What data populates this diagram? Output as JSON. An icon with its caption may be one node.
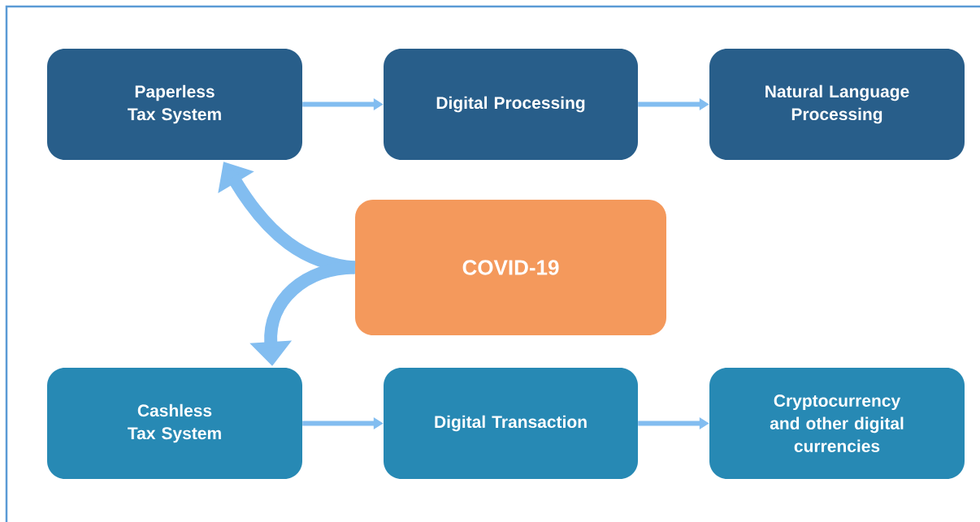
{
  "diagram": {
    "nodes": [
      {
        "text": [
          "Paperless Tax System"
        ]
      },
      {
        "text": [
          "Digital Processing"
        ]
      },
      {
        "text": [
          "Natural Language Processing"
        ]
      },
      {
        "text": [
          "COVID-19"
        ]
      },
      {
        "text": [
          "Cashless Tax System"
        ]
      },
      {
        "text": [
          "Digital Transaction"
        ]
      },
      {
        "text": [
          "Cryptocurrency and other digital currencies"
        ]
      }
    ],
    "edges": [
      {
        "from": 0,
        "to": 1,
        "arrow": "to"
      },
      {
        "from": 1,
        "to": 2,
        "arrow": "to"
      },
      {
        "from": 3,
        "to": 0,
        "arrow": "to",
        "style": "thick"
      },
      {
        "from": 3,
        "to": 4,
        "arrow": "to",
        "style": "thick"
      },
      {
        "from": 4,
        "to": 5,
        "arrow": "to"
      },
      {
        "from": 5,
        "to": 6,
        "arrow": "to"
      }
    ]
  }
}
